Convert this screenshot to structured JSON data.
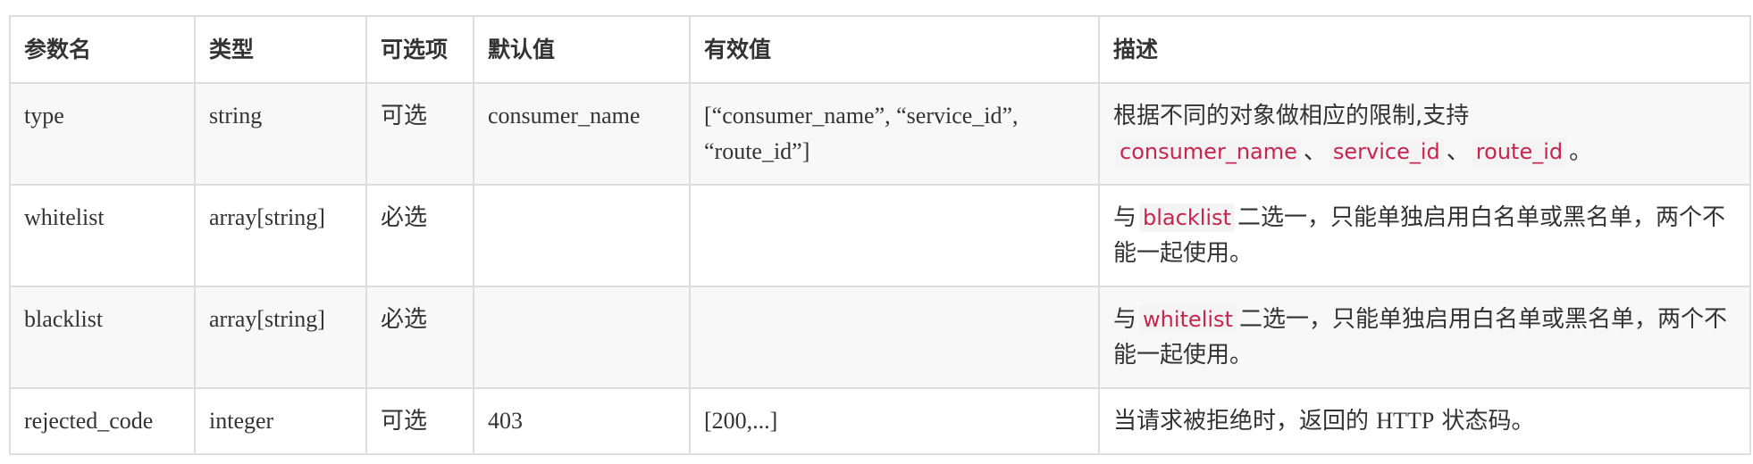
{
  "table": {
    "headers": [
      "参数名",
      "类型",
      "可选项",
      "默认值",
      "有效值",
      "描述"
    ],
    "rows": [
      {
        "name": "type",
        "type": "string",
        "optional": "可选",
        "default": "consumer_name",
        "valid": "[“consumer_name”, “service_id”, “route_id”]",
        "desc": {
          "prefix": "根据不同的对象做相应的限制,支持",
          "code1": "consumer_name",
          "sep1": "、",
          "code2": "service_id",
          "sep2": "、",
          "code3": "route_id",
          "suffix": "。"
        }
      },
      {
        "name": "whitelist",
        "type": "array[string]",
        "optional": "必选",
        "default": "",
        "valid": "",
        "desc": {
          "prefix": "与",
          "code": "blacklist",
          "suffix": "二选一，只能单独启用白名单或黑名单，两个不能一起使用。"
        }
      },
      {
        "name": "blacklist",
        "type": "array[string]",
        "optional": "必选",
        "default": "",
        "valid": "",
        "desc": {
          "prefix": "与",
          "code": "whitelist",
          "suffix": "二选一，只能单独启用白名单或黑名单，两个不能一起使用。"
        }
      },
      {
        "name": "rejected_code",
        "type": "integer",
        "optional": "可选",
        "default": "403",
        "valid": "[200,...]",
        "desc": {
          "prefix": "当请求被拒绝时，返回的",
          "http": "HTTP",
          "suffix": "状态码。"
        }
      }
    ]
  }
}
